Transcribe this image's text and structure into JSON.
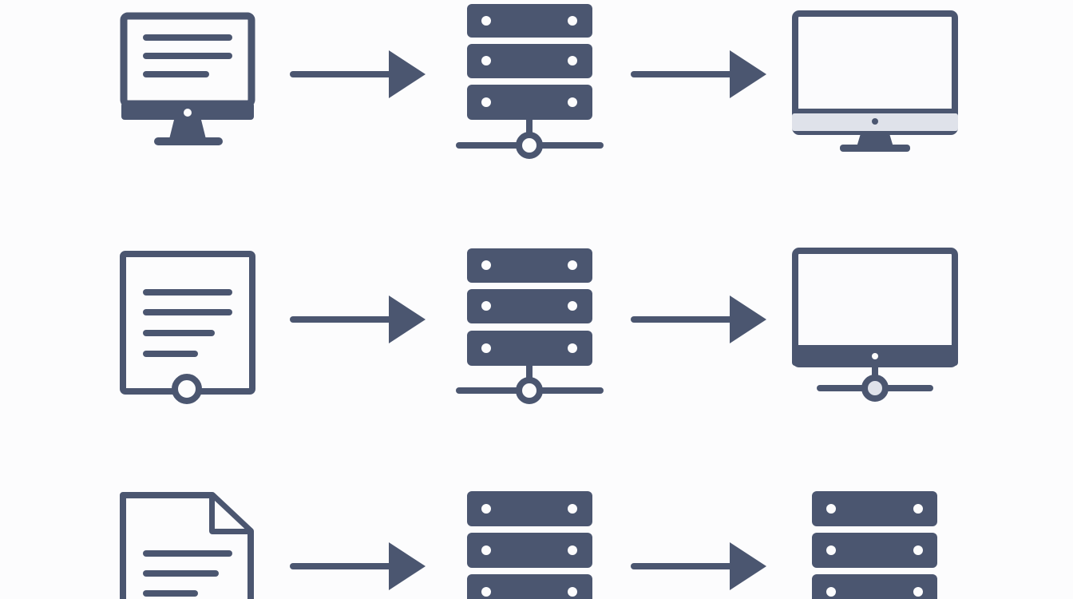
{
  "diagram": {
    "colors": {
      "icon": "#4b5670",
      "screen_light": "#fbfbfd",
      "screen_chin": "#dfe2ea",
      "background": "#fcfcfd"
    },
    "rows": [
      {
        "id": "row-1",
        "nodes": [
          {
            "icon": "monitor-document-icon"
          },
          {
            "icon": "server-network-icon"
          },
          {
            "icon": "desktop-monitor-icon"
          }
        ]
      },
      {
        "id": "row-2",
        "nodes": [
          {
            "icon": "document-network-icon"
          },
          {
            "icon": "server-network-icon"
          },
          {
            "icon": "monitor-network-icon"
          }
        ]
      },
      {
        "id": "row-3",
        "nodes": [
          {
            "icon": "document-file-icon"
          },
          {
            "icon": "server-icon"
          },
          {
            "icon": "server-icon"
          }
        ]
      }
    ],
    "connectors": "arrow-right-icon"
  }
}
